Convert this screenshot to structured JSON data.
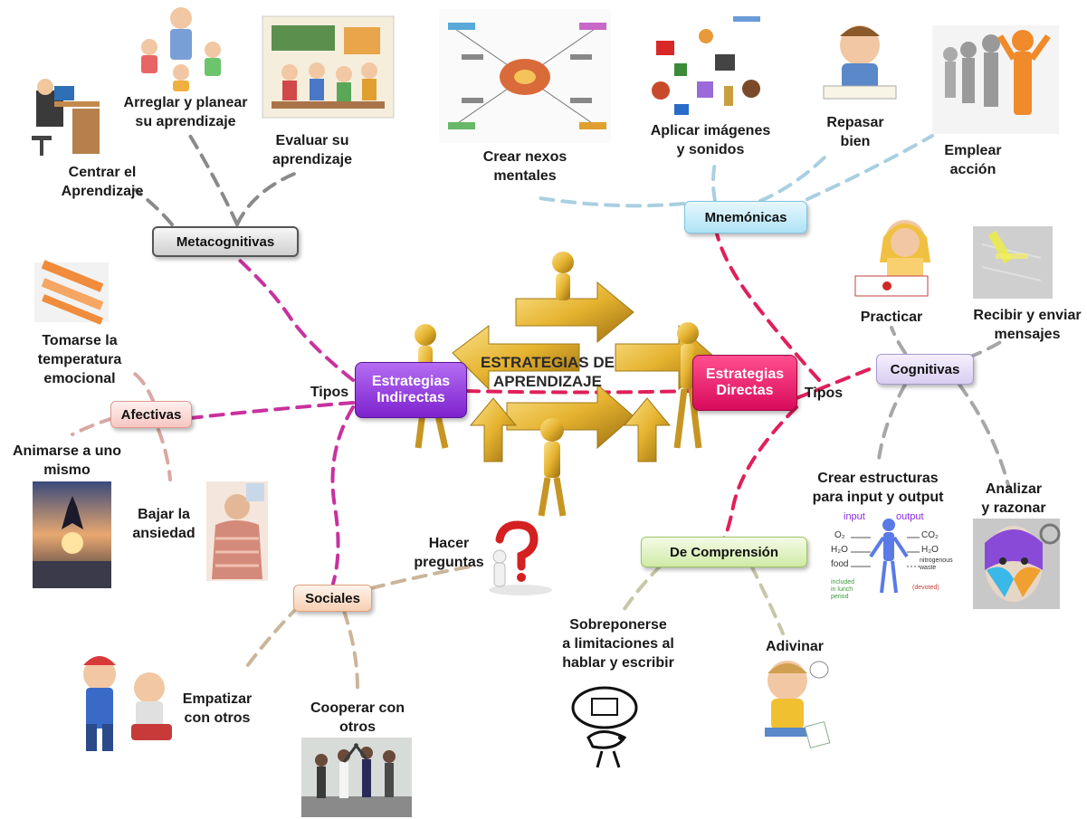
{
  "center": {
    "title": "ESTRATEGIAS DE\nAPRENDIZAJE"
  },
  "main_nodes": {
    "indirectas": "Estrategias\nIndirectas",
    "directas": "Estrategias\nDirectas"
  },
  "tipos_left": "Tipos",
  "tipos_right": "Tipos",
  "categories": {
    "metacognitivas": "Metacognitivas",
    "afectivas": "Afectivas",
    "sociales": "Sociales",
    "mnemonicas": "Mnemónicas",
    "cognitivas": "Cognitivas",
    "comprension": "De Comprensión"
  },
  "leaves": {
    "centrar": "Centrar el\nAprendizaje",
    "arreglar": "Arreglar y planear\nsu aprendizaje",
    "evaluar": "Evaluar su\naprendizaje",
    "temperatura": "Tomarse la\ntemperatura\nemocional",
    "animarse": "Animarse a uno\nmismo",
    "ansiedad": "Bajar la\nansiedad",
    "preguntas": "Hacer\npreguntas",
    "empatizar": "Empatizar\ncon otros",
    "cooperar": "Cooperar con\notros",
    "nexos": "Crear nexos\nmentales",
    "imagenes": "Aplicar imágenes\ny sonidos",
    "repasar": "Repasar\nbien",
    "accion": "Emplear\nacción",
    "practicar": "Practicar",
    "recibir": "Recibir y enviar\nmensajes",
    "estructuras": "Crear estructuras\npara input y output",
    "analizar": "Analizar\ny razonar",
    "sobreponerse": "Sobreponerse\na limitaciones  al\nhablar y escribir",
    "adivinar": "Adivinar"
  },
  "io_diagram": {
    "input": "input",
    "output": "output",
    "o2": "O₂",
    "h2o_in": "H₂O",
    "food": "food",
    "co2": "CO₂",
    "h2o_out": "H₂O",
    "nitro": "nitrogenous\nwaste",
    "included": "included\nin lunch\nperiod",
    "devoted": "(devoted)"
  },
  "colors": {
    "indirect_link": "#c8329e",
    "direct_link": "#e0205a",
    "meta_branch": "#8a8a8a",
    "afectivas_branch": "#d9a8a3",
    "sociales_branch": "#cbb59a",
    "mnemonicas_branch": "#a9cfe0",
    "cognitivas_branch": "#a7a7a7",
    "comprension_branch": "#c7c7a8",
    "accent_purple": "#8a2be2",
    "accent_magenta": "#e0105c",
    "gold": "#e5b32f"
  },
  "icons": [
    "computer-desk-icon",
    "kids-group-icon",
    "classroom-icon",
    "mind-map-icon",
    "objects-collage-icon",
    "boy-studying-icon",
    "leader-figure-icon",
    "girl-writing-icon",
    "highlighter-icon",
    "thermometer-photo-icon",
    "sunset-jump-photo-icon",
    "relaxing-person-photo-icon",
    "question-mark-icon",
    "children-comforting-icon",
    "people-cooperating-photo-icon",
    "speech-bubble-icon",
    "boy-guessing-icon",
    "body-diagram-icon",
    "colorful-face-icon",
    "gold-puzzle-figures-icon"
  ]
}
